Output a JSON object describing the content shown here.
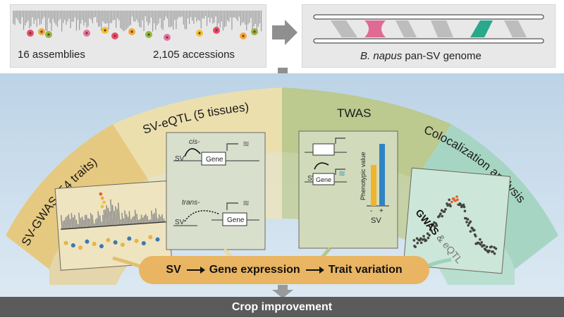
{
  "top": {
    "assemblies": "16 assemblies",
    "accessions": "2,105 accessions",
    "pan_genome_species": "B. napus",
    "pan_genome_rest": " pan-SV genome"
  },
  "panels": {
    "gwas": {
      "label": "SV-GWAS (54 traits)"
    },
    "eqtl": {
      "label": "SV-eQTL (5 tissues)",
      "cis": "cis-",
      "trans": "trans-",
      "sv": "SV",
      "gene": "Gene"
    },
    "twas": {
      "label": "TWAS",
      "sv": "SV",
      "gene": "Gene",
      "phenotype": "Phenotypic value",
      "minus": "-",
      "plus": "+",
      "axis_sv": "SV"
    },
    "coloc": {
      "label": "Colocalization analysis",
      "gwas": "GWAS",
      "amp": " & ",
      "eqtl": "eQTL"
    }
  },
  "flow": {
    "sv": "SV",
    "gene_expression": "Gene expression",
    "trait_variation": "Trait variation"
  },
  "footer": {
    "title": "Crop improvement"
  },
  "colors": {
    "gwas_band": "#e6c980",
    "eqtl_band": "#ecdfae",
    "twas_band": "#bcc98f",
    "coloc_band": "#a6d6c3",
    "pill": "#e9b563",
    "bg_blue": "#c6d9e8",
    "footer": "#5b5b5b"
  }
}
